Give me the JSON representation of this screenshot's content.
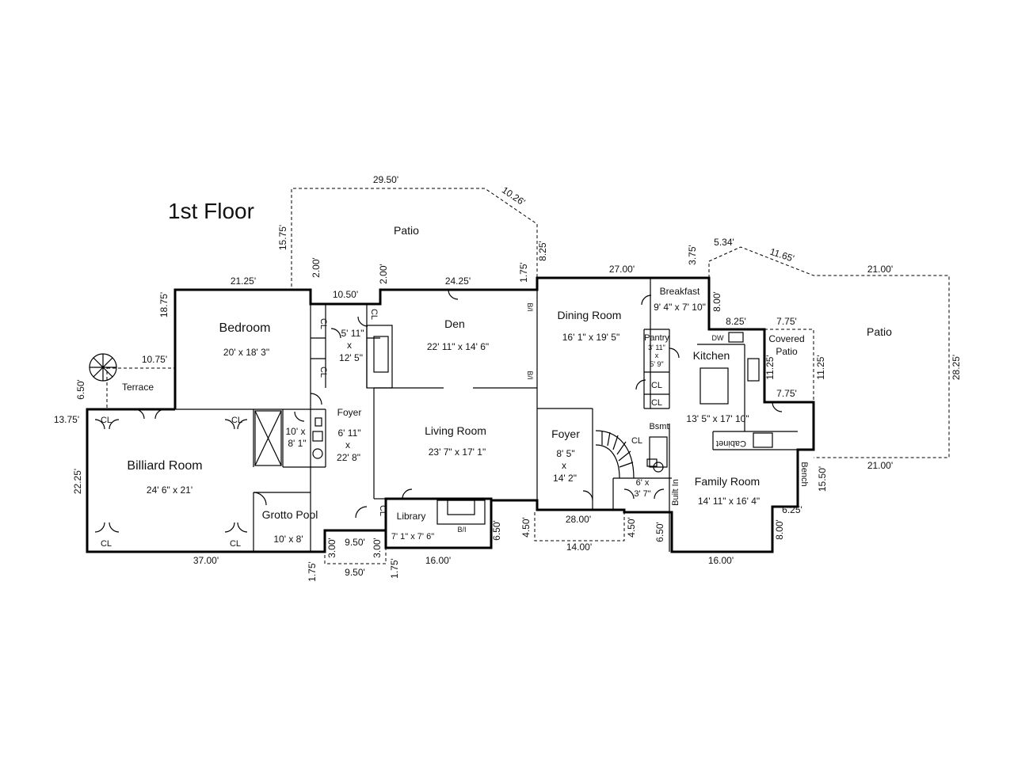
{
  "floor_title": "1st Floor",
  "rooms": {
    "patio_top": "Patio",
    "patio_right": "Patio",
    "bedroom": {
      "name": "Bedroom",
      "size": "20' x 18' 3\""
    },
    "den": {
      "name": "Den",
      "size": "22' 11\" x 14' 6\""
    },
    "dining": {
      "name": "Dining Room",
      "size": "16' 1\" x 19' 5\""
    },
    "breakfast": {
      "name": "Breakfast",
      "size": "9' 4\" x 7' 10\""
    },
    "pantry": {
      "name": "Pantry",
      "w": "3' 11\"",
      "x": "x",
      "h": "5' 9\""
    },
    "kitchen": {
      "name": "Kitchen",
      "size": "13' 5\" x 17' 10\""
    },
    "covered_patio": {
      "line1": "Covered",
      "line2": "Patio"
    },
    "terrace": "Terrace",
    "billiard": {
      "name": "Billiard  Room",
      "size": "24' 6\" x 21'"
    },
    "grotto": {
      "name": "Grotto Pool",
      "size": "10' x 8'"
    },
    "bath_a": {
      "line1": "10' x",
      "line2": "8' 1\""
    },
    "foyer_left": {
      "name": "Foyer",
      "w": "6' 11\"",
      "x": "x",
      "h": "22' 8\""
    },
    "hall_closet": {
      "w": "5' 11\"",
      "x": "x",
      "h": "12' 5\""
    },
    "living": {
      "name": "Living Room",
      "size": "23' 7\" x 17' 1\""
    },
    "library": {
      "name": "Library",
      "size": "7' 1\" x 7' 6\""
    },
    "foyer_right": {
      "name": "Foyer",
      "w": "8' 5\"",
      "x": "x",
      "h": "14' 2\""
    },
    "powder": {
      "line1": "6' x",
      "line2": "3' 7\""
    },
    "family": {
      "name": "Family Room",
      "size": "14' 11\" x 16' 4\""
    }
  },
  "labels": {
    "cl": "CL",
    "bi": "B/I",
    "bsmt": "Bsmt",
    "built_in": "Built In",
    "bench": "Bench",
    "cabinet": "Cabinet",
    "dw": "DW"
  },
  "dimensions": {
    "patio_top_w": "29.50'",
    "patio_top_diag": "10.26'",
    "patio_top_h": "15.75'",
    "patio_top_right": "8.25'",
    "bedroom_top": "21.25'",
    "bedroom_left": "18.75'",
    "bedroom_right": "2.00'",
    "hall_top": "10.50'",
    "den_left": "2.00'",
    "den_top": "24.25'",
    "den_right": "1.75'",
    "dining_top": "27.00'",
    "patio_right_h": "3.75'",
    "patio_right_diag1": "5.34'",
    "patio_right_diag2": "11.65'",
    "patio_right_top": "21.00'",
    "patio_right_bottom": "21.00'",
    "patio_right_side": "28.25'",
    "breakfast_right": "8.00'",
    "kitchen_top": "8.25'",
    "covered_top": "7.75'",
    "covered_left": "11.25'",
    "covered_right": "11.25'",
    "covered_bottom": "7.75'",
    "terrace_top": "10.75'",
    "terrace_left": "6.50'",
    "billiard_top_left": "13.75'",
    "billiard_left": "22.25'",
    "billiard_bottom": "37.00'",
    "grotto_step": "1.75'",
    "step_a": "3.00'",
    "step_w": "9.50'",
    "step_b": "3.00'",
    "step_w_bottom": "9.50'",
    "library_step": "1.75'",
    "library_bottom": "16.00'",
    "living_right": "6.50'",
    "porch_left": "4.50'",
    "porch_top": "28.00'",
    "porch_bottom": "14.00'",
    "porch_right": "4.50'",
    "family_left": "6.50'",
    "family_bottom": "16.00'",
    "family_step": "8.00'",
    "family_ledge": "6.25'",
    "bench_right": "15.50'"
  }
}
